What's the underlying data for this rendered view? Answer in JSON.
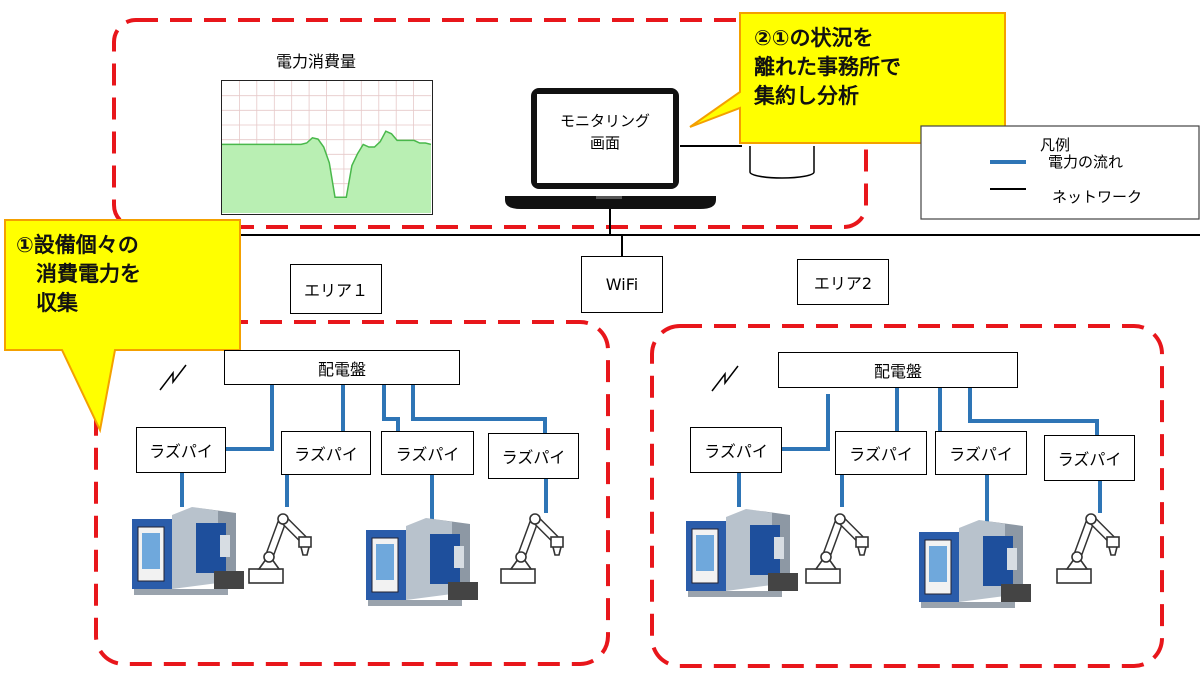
{
  "chart": {
    "title": "電力消費量",
    "values": [
      0.52,
      0.52,
      0.52,
      0.52,
      0.52,
      0.52,
      0.52,
      0.52,
      0.52,
      0.52,
      0.52,
      0.52,
      0.52,
      0.52,
      0.52,
      0.53,
      0.57,
      0.56,
      0.5,
      0.38,
      0.12,
      0.12,
      0.12,
      0.36,
      0.45,
      0.52,
      0.5,
      0.5,
      0.54,
      0.62,
      0.6,
      0.55,
      0.55,
      0.55,
      0.55,
      0.53,
      0.53,
      0.52
    ]
  },
  "laptop": {
    "screen_text": "モニタリング\n画面"
  },
  "callouts": {
    "top": [
      "②①の状況を",
      "離れた事務所で",
      "集約し分析"
    ],
    "left": [
      "①設備個々の",
      "消費電力を",
      "収集"
    ]
  },
  "legend": {
    "title": "凡例",
    "power_flow": "電力の流れ",
    "network": "ネットワーク",
    "power_color": "#2e75b6",
    "network_color": "#000000"
  },
  "wifi": "WiFi",
  "areas": [
    {
      "label": "エリア１",
      "panel": "配電盤",
      "raspi": [
        "ラズパイ",
        "ラズパイ",
        "ラズパイ",
        "ラズパイ"
      ]
    },
    {
      "label": "エリア2",
      "panel": "配電盤",
      "raspi": [
        "ラズパイ",
        "ラズパイ",
        "ラズパイ",
        "ラズパイ"
      ]
    }
  ],
  "colors": {
    "dashed_border": "#e8161b",
    "callout_fill": "#ffff00",
    "callout_stroke": "#f4a000",
    "chart_fill": "#b9efb3",
    "chart_line": "#49b84b"
  }
}
